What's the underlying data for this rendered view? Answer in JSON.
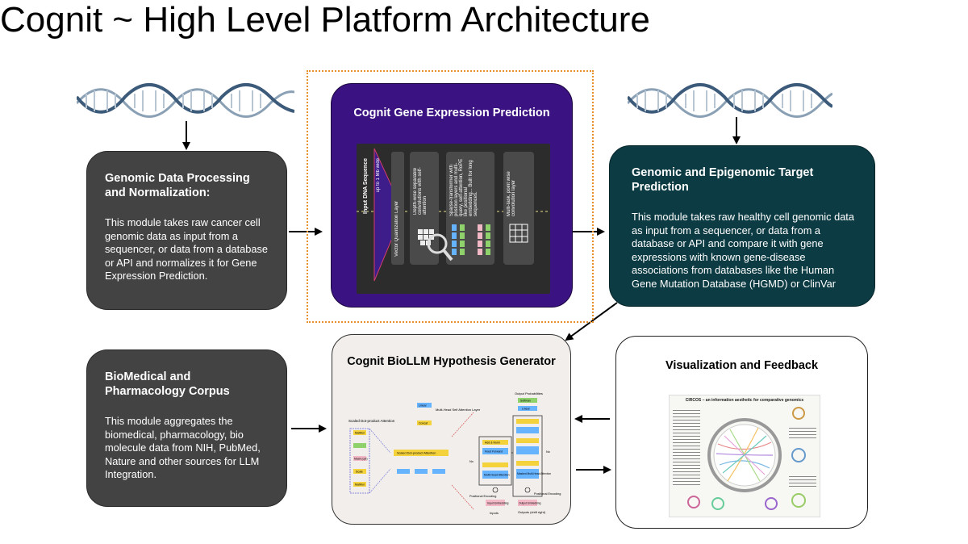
{
  "title": "Cognit ~ High Level Platform Architecture",
  "boxes": {
    "genomic": {
      "title": "Genomic Data Processing and Normalization:",
      "body": "This module takes raw cancer cell genomic data as input from a sequencer, or data from a database or API and normalizes it for Gene Expression Prediction."
    },
    "gene_expression": {
      "title": "Cognit Gene Expression Prediction",
      "panel": {
        "input_label": "Input DNA Sequence",
        "input_sub": "up to 1 Mb wide",
        "layer1": "Vector Quantization Layer",
        "layer2": "Depth-wise separable convolutions with self-attention",
        "layer3": "Sparse-transformer with position layers and multi-query, self-attention, RoPE like positional embedding... Built for long sequences.",
        "layer4": "Multi-task, point wise convolution layer"
      }
    },
    "target": {
      "title": "Genomic and Epigenomic Target Prediction",
      "body": "This module takes raw healthy cell genomic data as input from a sequencer, or data from a database or API  and compare it with  gene expressions with known gene-disease associations from databases like the Human Gene Mutation Database (HGMD) or ClinVar"
    },
    "corpus": {
      "title": "BioMedical and Pharmacology Corpus",
      "body": "This module aggregates the biomedical, pharmacology, bio molecule data from NIH, PubMed, Nature and other sources for LLM Integration."
    },
    "biollm": {
      "title": "Cognit BioLLM Hypothesis Generator",
      "labels": {
        "sdpa": "Scaled Dot-product Attention",
        "mhsa": "Multi-Head Self Attention Layer",
        "output_prob": "Output Probabilities",
        "softmax": "Softmax",
        "linear": "Linear",
        "add_norm": "Add & Norm",
        "feed_forward": "Feed Forward",
        "mha": "Multi-Head Attention",
        "masked_mha": "Masked Multi-Head Attention",
        "pos_enc": "Positional Encoding",
        "input_emb": "Input Embedding",
        "output_emb": "Output Embedding",
        "inputs": "Inputs",
        "outputs": "Outputs (shift right)",
        "matmul": "MatMul",
        "scale": "Scale",
        "mask": "Mask (opt)",
        "concat": "Concat",
        "nx": "Nx"
      }
    },
    "viz": {
      "title": "Visualization and Feedback",
      "poster_title": "CIRCOS – an information aesthetic for comparative genomics"
    }
  }
}
